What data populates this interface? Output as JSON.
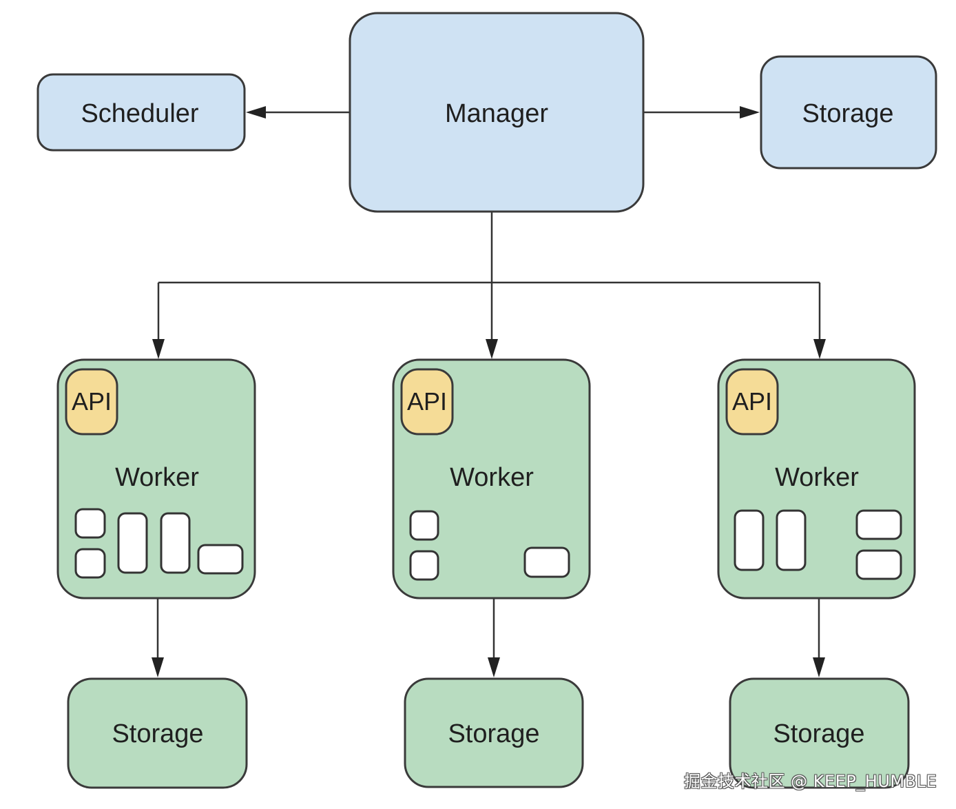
{
  "colors": {
    "manager_fill": "#cfe2f3",
    "worker_fill": "#b8dcc0",
    "api_fill": "#f5dc97",
    "stroke": "#3a3a3a",
    "arrow": "#222222"
  },
  "nodes": {
    "scheduler": {
      "label": "Scheduler"
    },
    "manager": {
      "label": "Manager"
    },
    "manager_storage": {
      "label": "Storage"
    },
    "workers": [
      {
        "label": "Worker",
        "api_label": "API",
        "storage_label": "Storage"
      },
      {
        "label": "Worker",
        "api_label": "API",
        "storage_label": "Storage"
      },
      {
        "label": "Worker",
        "api_label": "API",
        "storage_label": "Storage"
      }
    ]
  },
  "watermark": "掘金技术社区 @ KEEP_HUMBLE"
}
